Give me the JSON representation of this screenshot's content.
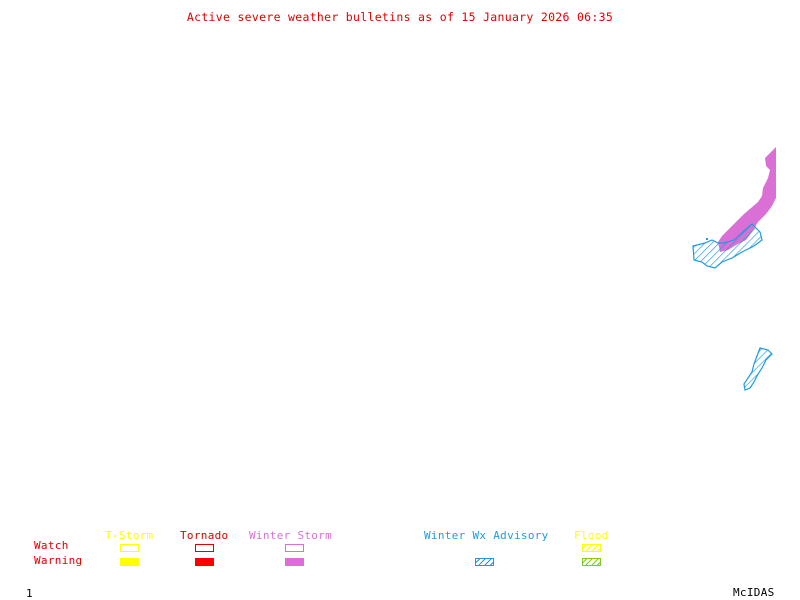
{
  "title": "Active severe weather bulletins as of 15 January 2026 06:35",
  "legend": {
    "row_labels": {
      "watch": "Watch",
      "warning": "Warning"
    },
    "row_label_color": "#e00000",
    "categories": [
      {
        "name": "T-Storm",
        "color": "#ffff00",
        "watch_style": "outline",
        "warning_style": "filled"
      },
      {
        "name": "Tornado",
        "color": "#ff0000",
        "watch_style": "outline",
        "warning_style": "filled"
      },
      {
        "name": "Winter Storm",
        "color": "#da70d6",
        "watch_style": "outline",
        "warning_style": "filled"
      },
      {
        "name": "Winter Wx Advisory",
        "color": "#1e9be0",
        "watch_style": "none",
        "warning_style": "hatched"
      },
      {
        "name": "Flood",
        "color": "#ffff00",
        "watch_color": "#ffff00",
        "warning_color": "#7ccd1e",
        "watch_style": "hatched",
        "warning_style": "hatched"
      }
    ]
  },
  "map_regions": [
    {
      "type": "Winter Storm Warning",
      "color": "#da70d6",
      "fill": "solid"
    },
    {
      "type": "Winter Wx Advisory",
      "color": "#1e9be0",
      "fill": "hatched"
    },
    {
      "type": "Winter Wx Advisory",
      "color": "#1e9be0",
      "fill": "hatched"
    }
  ],
  "footer": {
    "frame_number": "1",
    "software": "McIDAS"
  }
}
